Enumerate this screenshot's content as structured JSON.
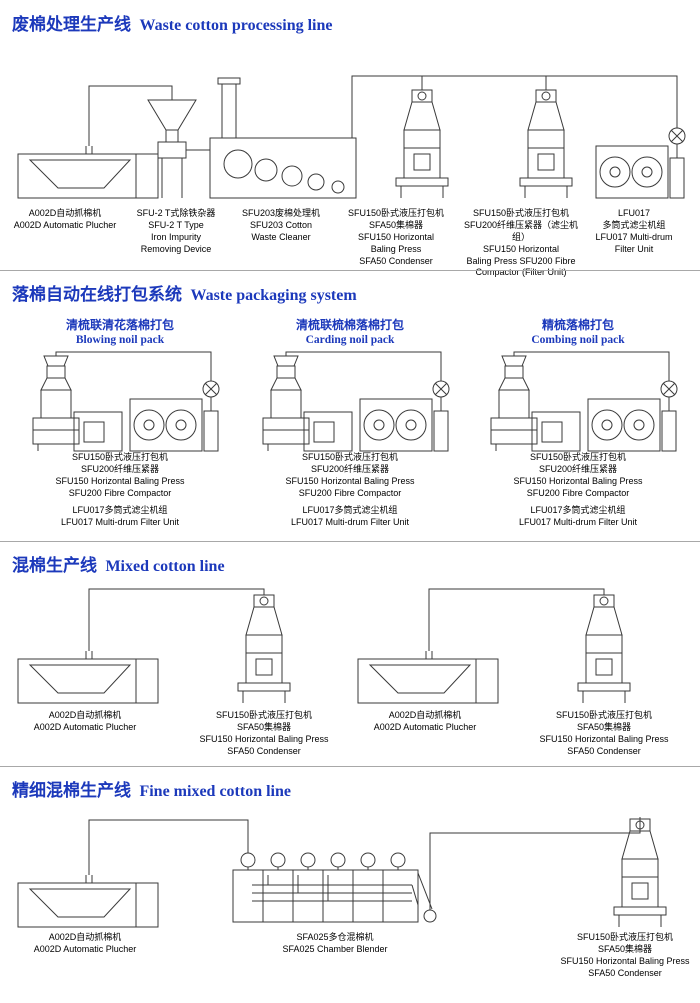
{
  "colors": {
    "accent": "#1c39bb",
    "line": "#3a3a3a"
  },
  "sections": [
    {
      "title_cn": "废棉处理生产线",
      "title_en": "Waste cotton processing line",
      "labels": [
        "A002D自动抓棉机\nA002D Automatic Plucher",
        "SFU-2 T式除铁杂器\nSFU-2 T Type\nIron Impurity\nRemoving Device",
        "SFU203废棉处理机\nSFU203 Cotton\nWaste Cleaner",
        "SFU150卧式液压打包机\nSFA50集棉器\nSFU150 Horizontal\nBaling Press\nSFA50 Condenser",
        "SFU150卧式液压打包机\nSFU200纤维压紧器（滤尘机组）\nSFU150 Horizontal\nBaling Press SFU200 Fibre\nCompactor (Filter Unit)",
        "LFU017\n多筒式滤尘机组\nLFU017 Multi-drum\nFilter Unit"
      ]
    },
    {
      "title_cn": "落棉自动在线打包系统",
      "title_en": "Waste packaging system",
      "columns": [
        {
          "subtitle_cn": "清梳联清花落棉打包",
          "subtitle_en": "Blowing noil pack",
          "label_press": "SFU150卧式液压打包机\nSFU200纤维压紧器\nSFU150 Horizontal Baling Press\nSFU200 Fibre Compactor",
          "label_filter": "LFU017多筒式滤尘机组\nLFU017 Multi-drum Filter Unit"
        },
        {
          "subtitle_cn": "清梳联梳棉落棉打包",
          "subtitle_en": "Carding noil pack",
          "label_press": "SFU150卧式液压打包机\nSFU200纤维压紧器\nSFU150 Horizontal Baling Press\nSFU200 Fibre Compactor",
          "label_filter": "LFU017多筒式滤尘机组\nLFU017 Multi-drum Filter Unit"
        },
        {
          "subtitle_cn": "精梳落棉打包",
          "subtitle_en": "Combing noil pack",
          "label_press": "SFU150卧式液压打包机\nSFU200纤维压紧器\nSFU150 Horizontal Baling Press\nSFU200 Fibre Compactor",
          "label_filter": "LFU017多筒式滤尘机组\nLFU017 Multi-drum Filter Unit"
        }
      ]
    },
    {
      "title_cn": "混棉生产线",
      "title_en": "Mixed cotton line",
      "labels": [
        "A002D自动抓棉机\nA002D Automatic Plucher",
        "SFU150卧式液压打包机\nSFA50集棉器\nSFU150 Horizontal Baling Press\nSFA50 Condenser",
        "A002D自动抓棉机\nA002D Automatic Plucher",
        "SFU150卧式液压打包机\nSFA50集棉器\nSFU150 Horizontal Baling Press\nSFA50 Condenser"
      ]
    },
    {
      "title_cn": "精细混棉生产线",
      "title_en": "Fine mixed cotton line",
      "labels": [
        "A002D自动抓棉机\nA002D Automatic Plucher",
        "SFA025多仓混棉机\nSFA025 Chamber Blender",
        "SFU150卧式液压打包机\nSFA50集棉器\nSFU150 Horizontal Baling Press\nSFA50 Condenser"
      ]
    }
  ]
}
